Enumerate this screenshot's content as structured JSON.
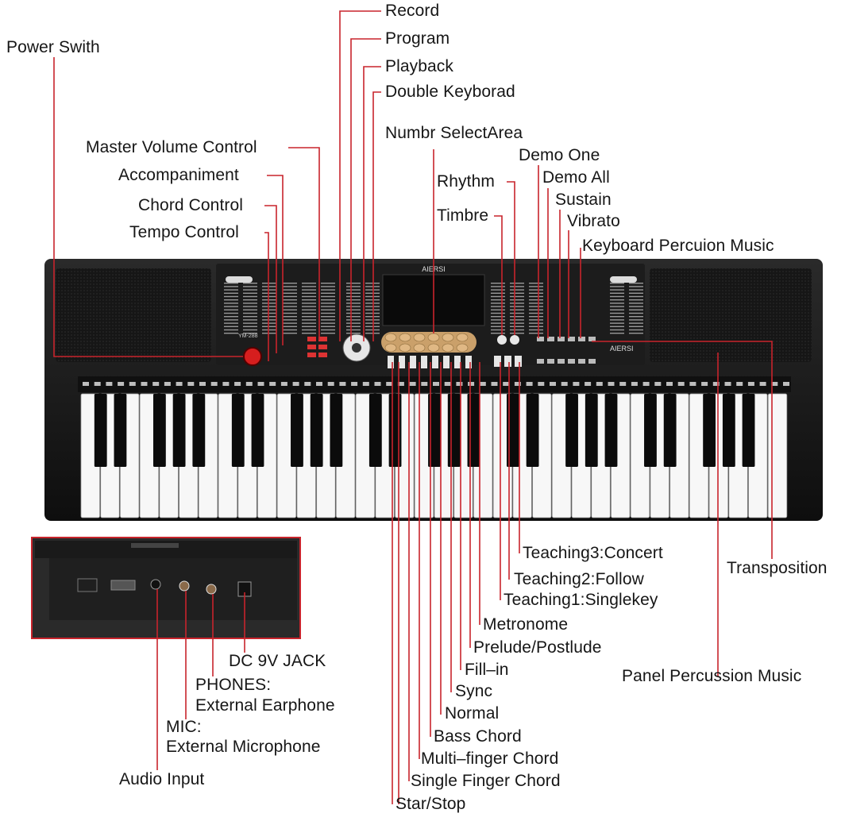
{
  "keyboard": {
    "brand_top": "AIERSI",
    "brand_panel": "AIERSI",
    "model": "YM-288"
  },
  "colors": {
    "leader_line": "#c8242c",
    "body": "#151515",
    "panel": "#1e1e1e",
    "white_key": "#f7f7f7",
    "black_key": "#0b0b0b",
    "label_text": "#161616"
  },
  "labels": {
    "record": "Record",
    "program": "Program",
    "playback": "Playback",
    "double_keyboard": "Double Keyborad",
    "power_switch": "Power Swith",
    "number_select": "Numbr SelectArea",
    "master_volume": "Master Volume Control",
    "demo_one": "Demo One",
    "accompaniment": "Accompaniment",
    "rhythm": "Rhythm",
    "demo_all": "Demo All",
    "chord_control": "Chord Control",
    "sustain": "Sustain",
    "timbre": "Timbre",
    "vibrato": "Vibrato",
    "tempo_control": "Tempo Control",
    "keyboard_percussion": "Keyboard Percuion Music",
    "teaching3": "Teaching3:Concert",
    "transposition": "Transposition",
    "teaching2": "Teaching2:Follow",
    "teaching1": "Teaching1:Singlekey",
    "metronome": "Metronome",
    "prelude": "Prelude/Postlude",
    "dc_jack": "DC 9V JACK",
    "fill_in": "Fill–in",
    "panel_percussion": "Panel Percussion Music",
    "phones_1": "PHONES:",
    "phones_2": "External Earphone",
    "sync": "Sync",
    "normal": "Normal",
    "mic_1": "MIC:",
    "mic_2": "External Microphone",
    "bass_chord": "Bass Chord",
    "multi_finger": "Multi–finger Chord",
    "audio_input": "Audio Input",
    "single_finger": "Single Finger Chord",
    "star_stop": "Star/Stop"
  }
}
